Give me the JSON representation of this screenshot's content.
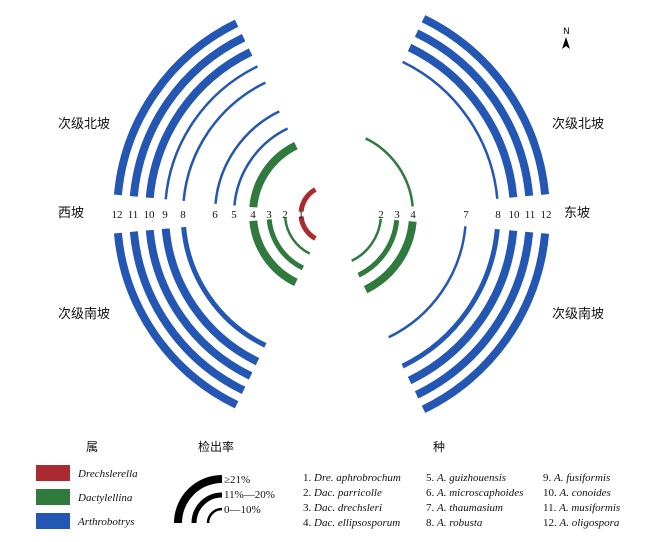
{
  "slopes": {
    "west": "西坡",
    "east": "东坡",
    "sub_north_left": "次级北坡",
    "sub_north_right": "次级北坡",
    "sub_south_left": "次级南坡",
    "sub_south_right": "次级南坡"
  },
  "north_symbol": "N",
  "colors": {
    "Drechslerella": "#ab2a30",
    "Dactylellina": "#2f7a3c",
    "Arthrobotrys": "#2456b3",
    "rate_legend": "#000000"
  },
  "legend": {
    "genus_title": "属",
    "rate_title": "检出率",
    "species_title": "种",
    "genera": [
      {
        "name": "Drechslerella",
        "color_key": "Drechslerella"
      },
      {
        "name": "Dactylellina",
        "color_key": "Dactylellina"
      },
      {
        "name": "Arthrobotrys",
        "color_key": "Arthrobotrys"
      }
    ],
    "rates": [
      "≥21%",
      "11%—20%",
      "0—10%"
    ]
  },
  "species": [
    {
      "num": "1.",
      "name": "Dre. aphrobrochum"
    },
    {
      "num": "2.",
      "name": "Dac. parricolle"
    },
    {
      "num": "3.",
      "name": "Dac. drechsleri"
    },
    {
      "num": "4.",
      "name": "Dac. ellipsosporum"
    },
    {
      "num": "5.",
      "name": "A. guizhouensis"
    },
    {
      "num": "6.",
      "name": "A. microscaphoides"
    },
    {
      "num": "7.",
      "name": "A. thaumasium"
    },
    {
      "num": "8.",
      "name": "A. robusta"
    },
    {
      "num": "9.",
      "name": "A. fusiformis"
    },
    {
      "num": "10.",
      "name": "A. conoides"
    },
    {
      "num": "11.",
      "name": "A. musiformis"
    },
    {
      "num": "12.",
      "name": "A. oligospora"
    }
  ],
  "arcs": [
    {
      "index": "1",
      "genus": "Drechslerella",
      "west": {
        "north": 2,
        "south": 2
      },
      "east": null
    },
    {
      "index": "2",
      "genus": "Dactylellina",
      "west": {
        "north": 0,
        "south": 1
      },
      "east": {
        "north": 0,
        "south": 1
      }
    },
    {
      "index": "3",
      "genus": "Dactylellina",
      "west": {
        "north": 0,
        "south": 2
      },
      "east": {
        "north": 0,
        "south": 2
      }
    },
    {
      "index": "4",
      "genus": "Dactylellina",
      "west": {
        "north": 3,
        "south": 3
      },
      "east": {
        "north": 1,
        "south": 3
      }
    },
    {
      "index": "5",
      "genus": "Arthrobotrys",
      "west": {
        "north": 1,
        "south": 0
      },
      "east": null
    },
    {
      "index": "6",
      "genus": "Arthrobotrys",
      "west": {
        "north": 1,
        "south": 0
      },
      "east": null
    },
    {
      "index": "7",
      "genus": "Arthrobotrys",
      "west": null,
      "east": {
        "north": 0,
        "south": 1
      }
    },
    {
      "index": "8",
      "genus": "Arthrobotrys",
      "west": {
        "north": 1,
        "south": 2
      },
      "east": {
        "north": 1,
        "south": 2
      }
    },
    {
      "index": "9",
      "genus": "Arthrobotrys",
      "west": {
        "north": 1,
        "south": 3
      },
      "east": null
    },
    {
      "index": "10",
      "genus": "Arthrobotrys",
      "west": {
        "north": 3,
        "south": 3
      },
      "east": {
        "north": 3,
        "south": 3
      }
    },
    {
      "index": "11",
      "genus": "Arthrobotrys",
      "west": {
        "north": 3,
        "south": 3
      },
      "east": {
        "north": 3,
        "south": 3
      }
    },
    {
      "index": "12",
      "genus": "Arthrobotrys",
      "west": {
        "north": 3,
        "south": 3
      },
      "east": {
        "north": 3,
        "south": 3
      }
    }
  ]
}
